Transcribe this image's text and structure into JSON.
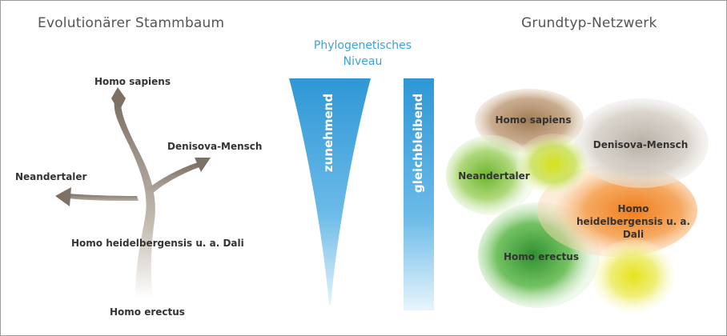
{
  "left": {
    "title": "Evolutionärer Stammbaum",
    "labels": {
      "homo_sapiens": "Homo sapiens",
      "denisova": "Denisova-Mensch",
      "neandertaler": "Neandertaler",
      "heidelbergensis": "Homo heidelbergensis u. a. Dali",
      "erectus": "Homo erectus"
    },
    "colors": {
      "trunk": "#8a7d70"
    }
  },
  "center": {
    "title": "Phylogenetisches Niveau",
    "increasing": "zunehmend",
    "constant": "gleichbleibend",
    "colors": {
      "blue": "#2f97d6"
    }
  },
  "right": {
    "title": "Grundtyp-Netzwerk",
    "labels": {
      "homo_sapiens": "Homo sapiens",
      "denisova": "Denisova-Mensch",
      "neandertaler": "Neandertaler",
      "heidelbergensis": "Homo heidelbergensis u. a. Dali",
      "erectus": "Homo erectus"
    },
    "colors": {
      "sapiens": "#a07a55",
      "denisova": "#c9c2b8",
      "neandertaler": "#8dc63f",
      "heidelbergensis": "#f28c28",
      "erectus": "#3a9b3a",
      "yellow": "#e8e53a"
    }
  }
}
